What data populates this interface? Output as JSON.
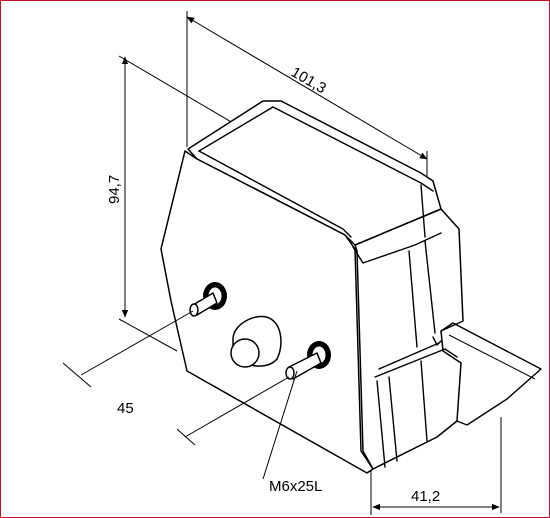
{
  "colors": {
    "frame_border": "#c8102e",
    "line": "#000000",
    "background": "#ffffff"
  },
  "dimensions": {
    "width": "101,3",
    "height": "94,7",
    "bolt_spacing": "45",
    "depth": "41,2",
    "bolt_spec": "M6x25L"
  }
}
